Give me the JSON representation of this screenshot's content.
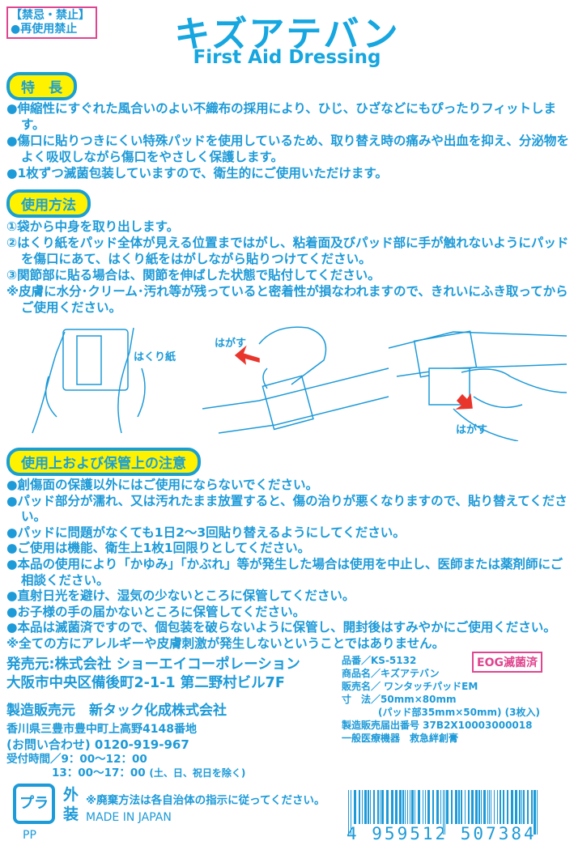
{
  "warning": {
    "line1": "【禁忌・禁止】",
    "line2": "●再使用禁止"
  },
  "title": "キズアテバン",
  "subtitle": "First Aid Dressing",
  "features": {
    "heading": "特　長",
    "items": [
      "●伸縮性にすぐれた風合いのよい不織布の採用により、ひじ、ひざなどにもぴったりフィットします。",
      "●傷口に貼りつきにくい特殊パッドを使用しているため、取り替え時の痛みや出血を抑え、分泌物をよく吸収しながら傷口をやさしく保護します。",
      "●1枚ずつ滅菌包装していますので、衛生的にご使用いただけます。"
    ]
  },
  "usage": {
    "heading": "使用方法",
    "items": [
      "①袋から中身を取り出します。",
      "②はくり紙をパッド全体が見える位置まではがし、粘着面及びパッド部に手が触れないようにパッドを傷口にあて、はくり紙をはがしながら貼りつけてください。",
      "③関節部に貼る場合は、関節を伸ばした状態で貼付してください。",
      "※皮膚に水分･クリーム･汚れ等が残っていると密着性が損なわれますので、きれいにふき取ってからご使用ください。"
    ]
  },
  "illustrations": {
    "label1": "はくり紙",
    "label2": "はがす",
    "label3": "はがす"
  },
  "cautions": {
    "heading": "使用上および保管上の注意",
    "items": [
      "●創傷面の保護以外にはご使用にならないでください。",
      "●パッド部分が濡れ、又は汚れたまま放置すると、傷の治りが悪くなりますので、貼り替えてください。",
      "●パッドに問題がなくても1日2〜3回貼り替えるようにしてください。",
      "●ご使用は機能、衛生上1枚1回限りとしてください。",
      "●本品の使用により「かゆみ」「かぶれ」等が発生した場合は使用を中止し、医師または薬剤師にご相談ください。",
      "●直射日光を避け、湿気の少ないところに保管してください。",
      "●お子様の手の届かないところに保管してください。",
      "●本品は滅菌済ですので、個包装を破らないように保管し、開封後はすみやかにご使用ください。",
      "※全ての方にアレルギーや皮膚刺激が発生しないということではありません。"
    ]
  },
  "seller": {
    "line1": "発売元:株式会社 ショーエイコーポレーション",
    "line2": "大阪市中央区備後町2-1-1 第二野村ビル7F"
  },
  "manufacturer": {
    "name": "製造販売元　新タック化成株式会社",
    "address": "香川県三豊市豊中町上高野4148番地",
    "phone": "(お問い合わせ) 0120-919-967",
    "hours1": "受付時間／9：00〜12：00",
    "hours2": "13：00〜17：00",
    "closed": "(土、日、祝日を除く)"
  },
  "recycle": {
    "mark": "プラ",
    "material": "PP",
    "outer": "外装",
    "disposal": "※廃棄方法は各自治体の指示に従ってください。",
    "origin": "MADE IN JAPAN"
  },
  "spec": {
    "badge": "EOG滅菌済",
    "lines": [
      "品番／KS-5132",
      "商品名／キズアテバン",
      "販売名／ ワンタッチパッドEM",
      "寸　法／50mm×80mm",
      "(パッド部35mm×50mm) (3枚入)",
      "製造販売届出番号 37B2X10003000018",
      "一般医療機器　救急絆創膏"
    ]
  },
  "barcode": "4 959512 507384",
  "colors": {
    "text": "#1d9ad8",
    "pill": "#fff200",
    "accent": "#e0458f",
    "arrow": "#e8362d"
  }
}
